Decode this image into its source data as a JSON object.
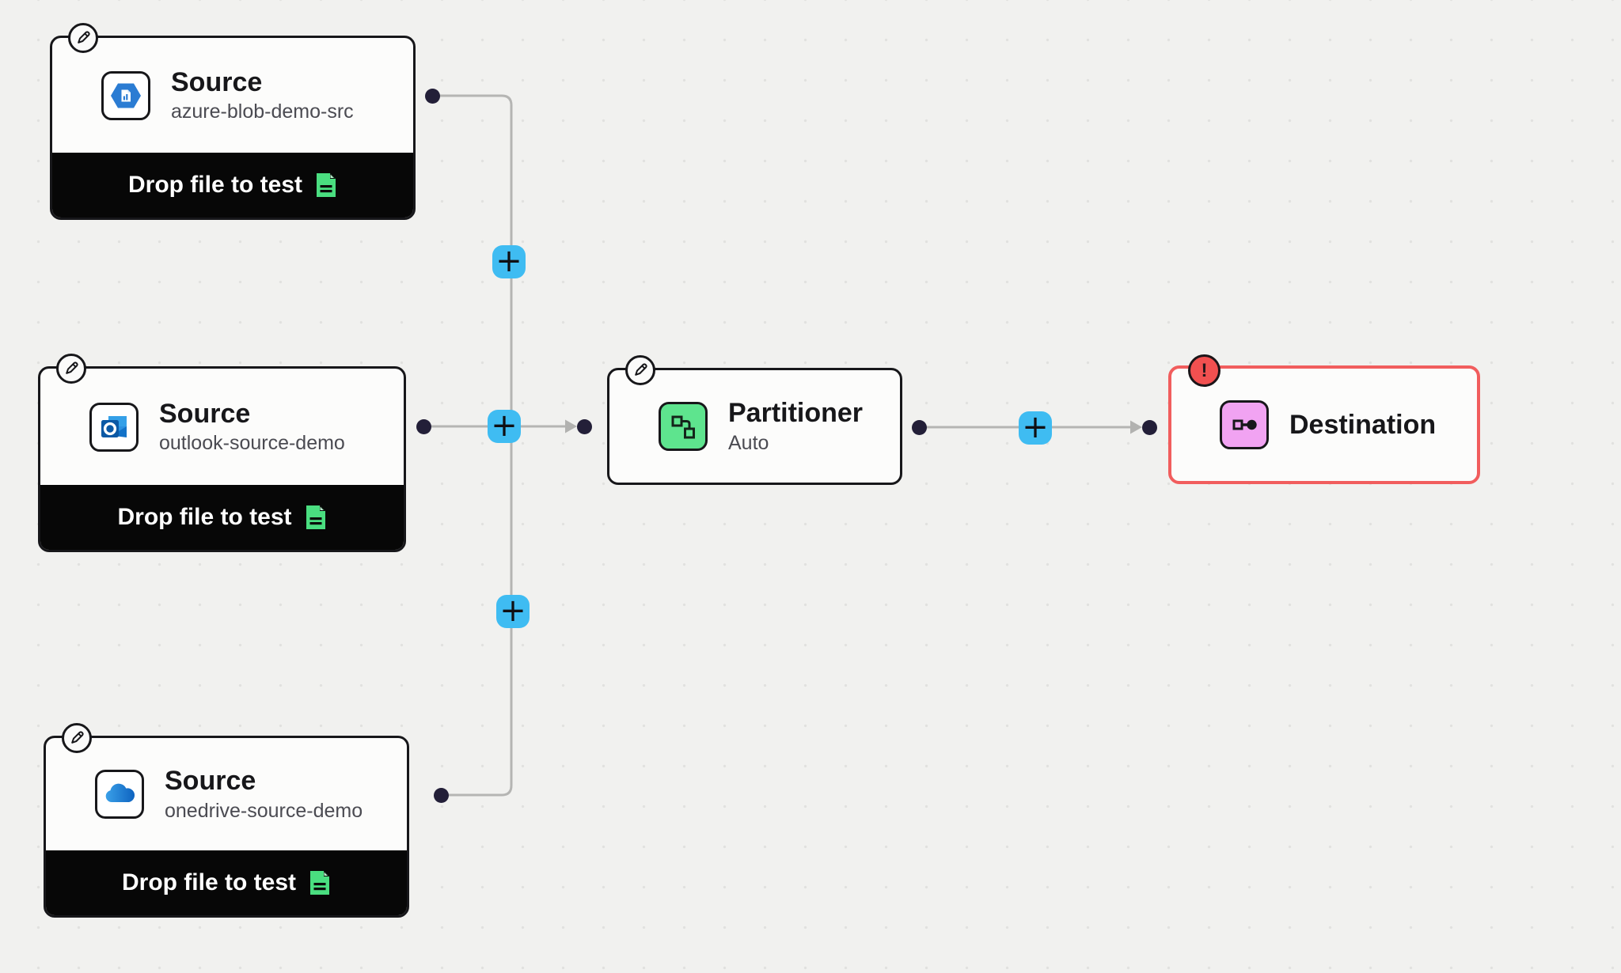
{
  "app": {
    "name": "workflow-pipeline-canvas"
  },
  "colors": {
    "canvas_background": "#f1f1ef",
    "grid_dot": "#e1e1df",
    "node_background": "#fcfcfb",
    "node_border": "#17171a",
    "footer_background": "#070707",
    "edge_line": "#b5b5b3",
    "connection_handle": "#231f38",
    "add_button_blue": "#3fbcf2",
    "partitioner_green": "#5ee48e",
    "destination_pink": "#f1a3f2",
    "error_border_red": "#f15d5d",
    "error_badge_red": "#f15050",
    "footer_doc_green": "#4ade80",
    "azure_blue": "#2b7cd3",
    "outlook_blue": "#0b59a5",
    "onedrive_blue": "#1b70c8"
  },
  "icons": {
    "edit": "pencil-icon",
    "azure": "azure-blob-icon",
    "outlook": "outlook-icon",
    "onedrive": "onedrive-cloud-icon",
    "partitioner": "partitioner-flow-icon",
    "destination": "destination-link-icon",
    "footer_doc": "document-icon",
    "add": "plus-icon"
  },
  "nodes": {
    "source_azure": {
      "title": "Source",
      "subtitle": "azure-blob-demo-src",
      "footer_label": "Drop file to test"
    },
    "source_outlook": {
      "title": "Source",
      "subtitle": "outlook-source-demo",
      "footer_label": "Drop file to test"
    },
    "source_onedrive": {
      "title": "Source",
      "subtitle": "onedrive-source-demo",
      "footer_label": "Drop file to test"
    },
    "partitioner": {
      "title": "Partitioner",
      "subtitle": "Auto"
    },
    "destination": {
      "title": "Destination",
      "error_mark": "!",
      "has_error": true
    }
  },
  "add_button_label": "+",
  "edges": [
    {
      "from": "source-azure",
      "to": "partitioner"
    },
    {
      "from": "source-outlook",
      "to": "partitioner"
    },
    {
      "from": "source-onedrive",
      "to": "partitioner"
    },
    {
      "from": "partitioner",
      "to": "destination"
    }
  ]
}
